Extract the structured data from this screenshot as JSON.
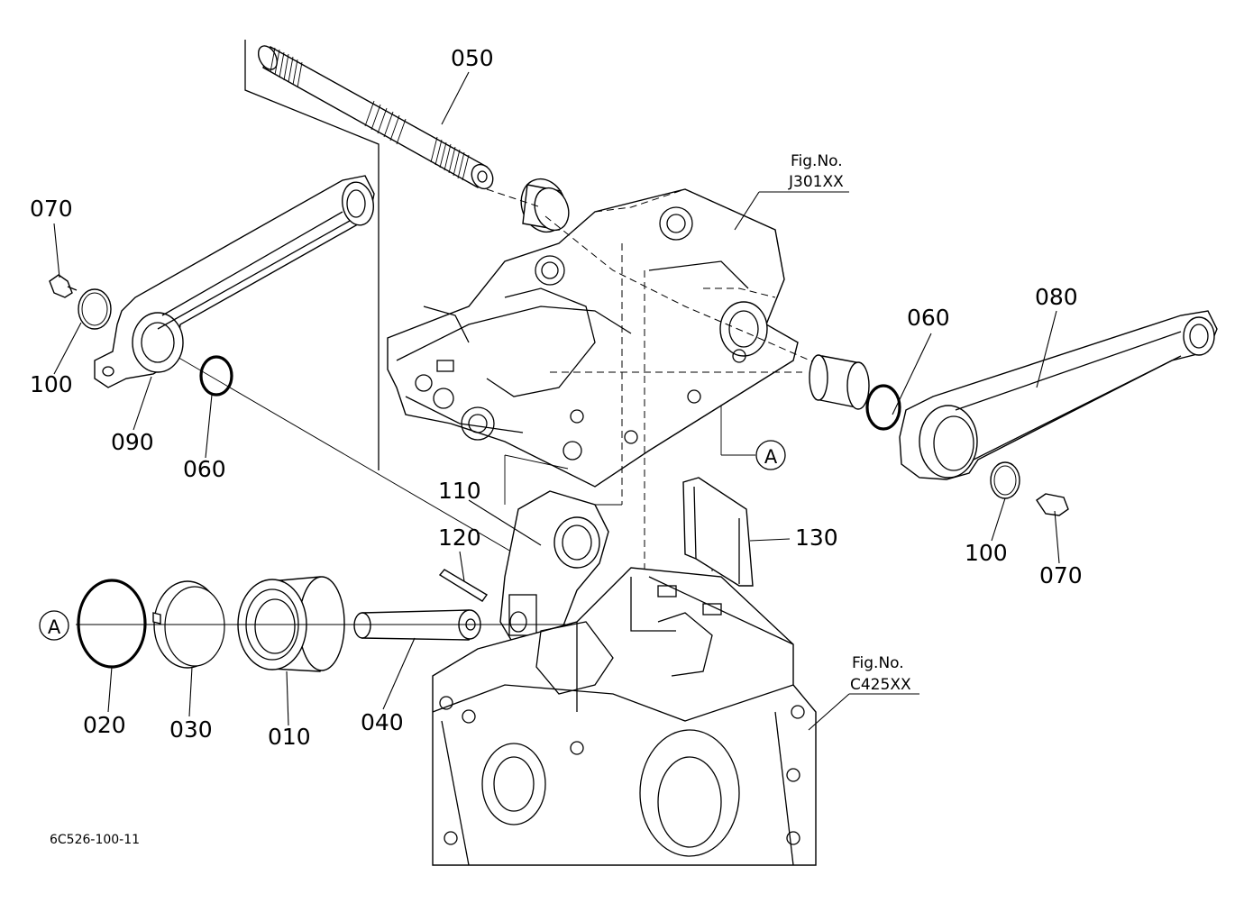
{
  "drawing_id": "6C526-100-11",
  "figure_refs": [
    {
      "line1": "Fig.No.",
      "line2": "J301XX"
    },
    {
      "line1": "Fig.No.",
      "line2": "C425XX"
    }
  ],
  "callouts": {
    "shaft": "050",
    "grease_fitting_left": "070",
    "snap_ring_left": "100",
    "lift_arm_left": "090",
    "oring_left": "060",
    "oring_right": "060",
    "lift_arm_right": "080",
    "snap_ring_right": "100",
    "grease_fitting_right": "070",
    "arm_link": "110",
    "pin": "120",
    "plate": "130",
    "seal_ring": "020",
    "backup_ring": "030",
    "piston": "010",
    "rod": "040"
  },
  "reference_markers": {
    "left": "A",
    "right": "A"
  }
}
